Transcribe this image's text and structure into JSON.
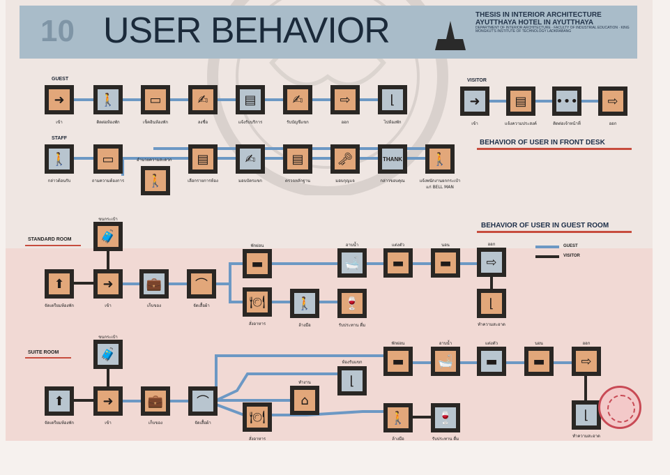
{
  "header": {
    "number": "10",
    "title": "USER BEHAVIOR",
    "thesis_line1": "THESIS IN INTERIOR ARCHITECTURE",
    "thesis_line2": "AYUTTHAYA HOTEL IN AYUTTHAYA",
    "thesis_small": "DEPARTMENT OF INTERIOR ARCHITECTURE · FACULTY OF INDUSTRIAL EDUCATION · KING MONGKUT'S INSTITUTE OF TECHNOLOGY LADKRABANG"
  },
  "sections": {
    "guest": "GUEST",
    "staff": "STAFF",
    "visitor": "VISITOR",
    "front_desk": "BEHAVIOR OF USER IN FRONT DESK",
    "guest_room": "BEHAVIOR OF USER IN GUEST ROOM",
    "standard_room": "STANDARD ROOM",
    "suite_room": "SUITE ROOM"
  },
  "legend": {
    "guest": "GUEST",
    "visitor": "VISITOR"
  },
  "colors": {
    "guest_line": "#6c98c4",
    "visitor_line": "#2a2724",
    "orange_tile": "#e2a77a",
    "blue_tile": "#b8c5cf",
    "accent_red": "#c74c3d"
  },
  "captions": {
    "g1": "เข้า",
    "g2": "ติดต่อห้องพัก",
    "g3": "เช็คอินห้องพัก",
    "g4": "ลงชื่อ",
    "g5": "แจ้งรับบริการ",
    "g6": "รับบัญชีแขก",
    "g7": "ออก",
    "g8": "ไปห้องพัก",
    "v1": "เข้า",
    "v2": "แจ้งความประสงค์",
    "v3": "ติดต่อเจ้าหน้าที่",
    "v4": "ออก",
    "s1": "กล่าวต้อนรับ",
    "s2": "ถามความต้องการ",
    "s3": "เลือกรายการห้อง",
    "s4": "มอบบัตรแขก",
    "s5": "ตรวจหลักฐาน",
    "s6": "มอบกุญแจ",
    "s7": "กล่าวขอบคุณ",
    "s8": "แจ้งพนักงานยกกระเป๋า",
    "s8b": "แก่ BELL MAN",
    "s_extra": "อำนวยความสะดวก",
    "s7_tile": "THANK",
    "r_bell": "ขนกระเป๋า",
    "r_enter_room": "จัดเตรียมห้องพัก",
    "r_go": "เข้า",
    "r_store": "เก็บของ",
    "r_dress": "จัดเสื้อผ้า",
    "r_rest": "พักผ่อน",
    "r_eat": "สั่งอาหาร",
    "r_toilet": "ล้างมือ",
    "r_dine": "รับประทาน ดื่ม",
    "r_bath": "อาบน้ำ",
    "r_dressup": "แต่งตัว",
    "r_sleep": "นอน",
    "r_out": "ออก",
    "r_clean": "ทำความสะอาด",
    "su_bell": "ขนกระเป๋า",
    "su_enter": "จัดเตรียมห้องพัก",
    "su_go": "เข้า",
    "su_store": "เก็บของ",
    "su_dress": "จัดเสื้อผ้า",
    "su_eat": "สั่งอาหาร",
    "su_work": "ทำงาน",
    "su_meet": "ห้องรับแขก",
    "su_rest": "พักผ่อน",
    "su_bath": "อาบน้ำ",
    "su_dressup": "แต่งตัว",
    "su_sleep": "นอน",
    "su_out": "ออก",
    "su_wash": "ล้างมือ",
    "su_dine": "รับประทาน ดื่ม",
    "su_clean": "ทำความสะอาด"
  },
  "icons": {
    "arrow_right": "➜",
    "arrow_up": "⬆",
    "arrow_outline": "⇨",
    "person": "🚶",
    "desk": "▭",
    "pen": "✍",
    "briefcase": "💼",
    "hanger": "⌒",
    "bed": "▬",
    "bath": "🛁",
    "dots": "•••",
    "food": "🍽",
    "glass": "🍷",
    "luggage": "🧳",
    "house": "⌂",
    "lamp": "⌊",
    "card": "▤",
    "key": "🗝"
  }
}
